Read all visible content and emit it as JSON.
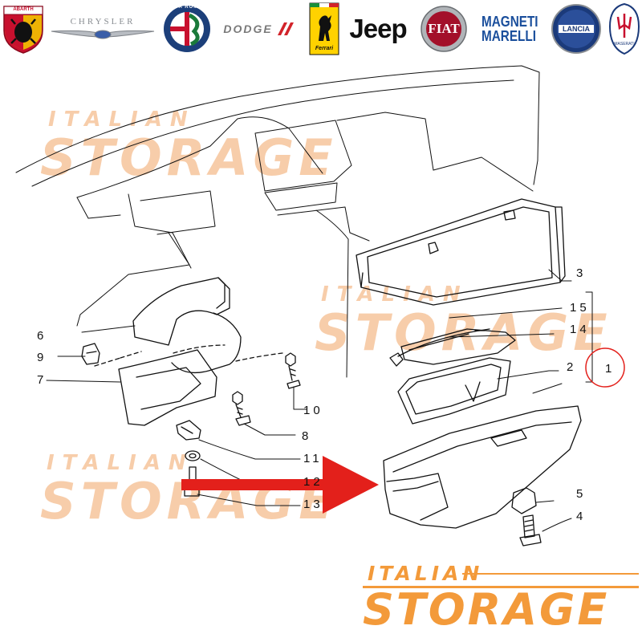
{
  "brand_logos": [
    {
      "name": "abarth",
      "text": "ABARTH"
    },
    {
      "name": "chrysler",
      "text": "CHRYSLER"
    },
    {
      "name": "alfa-romeo",
      "text": "ALFA ROMEO"
    },
    {
      "name": "dodge",
      "text": "DODGE"
    },
    {
      "name": "ferrari",
      "text": "Ferrari"
    },
    {
      "name": "jeep",
      "text": "Jeep"
    },
    {
      "name": "fiat",
      "text": "FIAT"
    },
    {
      "name": "magneti-marelli",
      "text": "MAGNETI MARELLI"
    },
    {
      "name": "lancia",
      "text": "LANCIA"
    },
    {
      "name": "maserati",
      "text": "MASERATI"
    }
  ],
  "watermark": {
    "line1": "ITALIAN",
    "line2": "STORAGE"
  },
  "callouts": {
    "c1": "1",
    "c2": "2",
    "c3": "3",
    "c4": "4",
    "c5": "5",
    "c6": "6",
    "c7": "7",
    "c8": "8",
    "c9": "9",
    "c10": "10",
    "c11": "11",
    "c12": "12",
    "c13": "13",
    "c14": "14",
    "c15": "15"
  },
  "colors": {
    "brand_orange": "#f39a3a",
    "watermark_orange": "#f7cdaa",
    "arrow_red": "#e3201b",
    "highlight_circle": "#e3201b",
    "line": "#111111"
  }
}
